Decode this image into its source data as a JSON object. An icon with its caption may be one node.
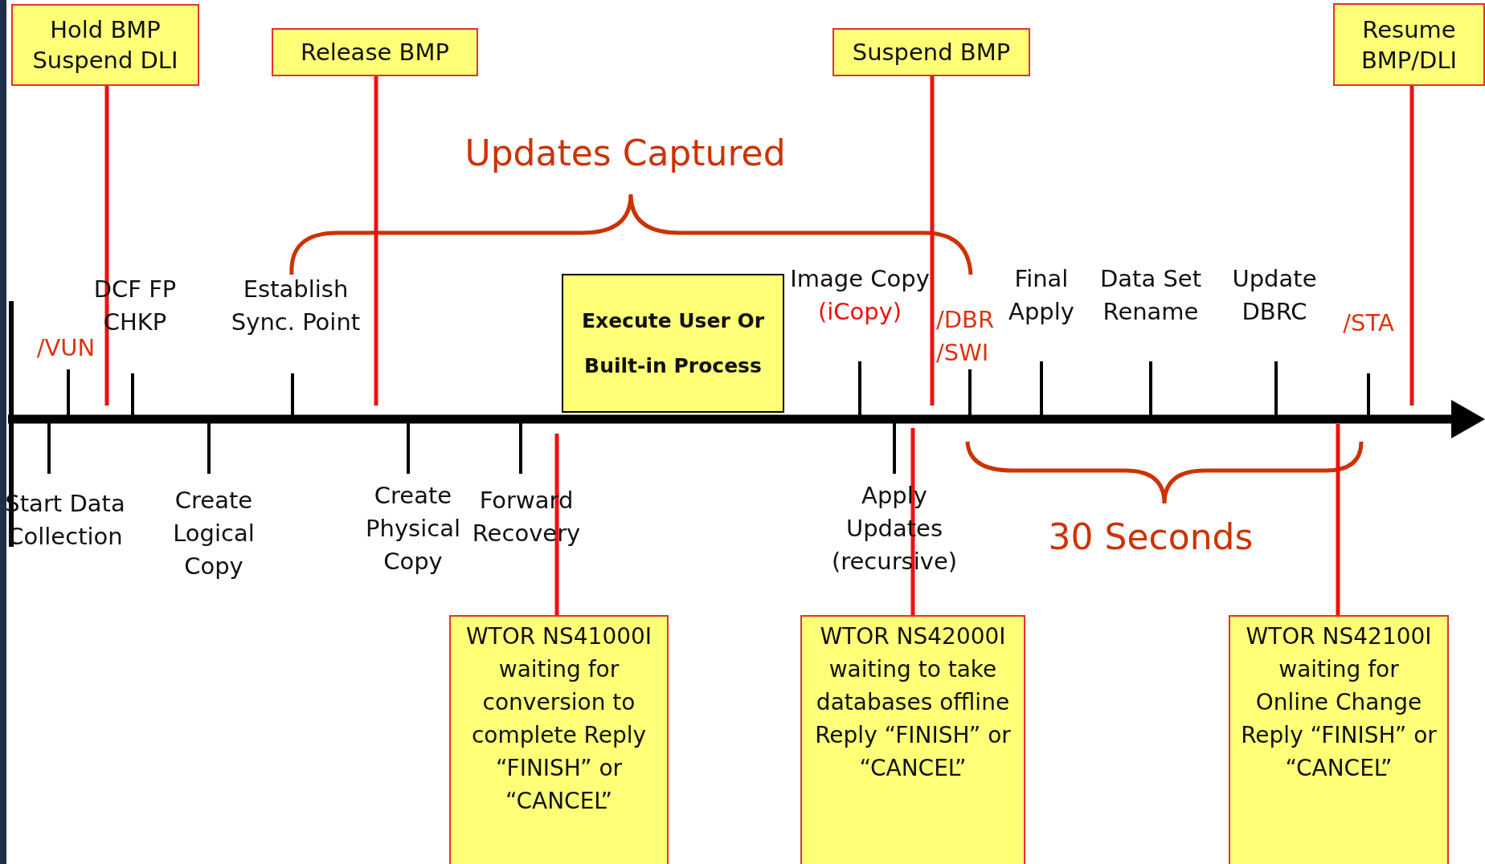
{
  "diagram": {
    "nodes": [
      {
        "text": [
          "Hold BMP Suspend DLI"
        ]
      },
      {
        "text": [
          "Release BMP"
        ]
      },
      {
        "text": [
          "Suspend BMP"
        ]
      },
      {
        "text": [
          "Resume BMP/DLI"
        ]
      },
      {
        "text": [
          "Execute User Or Built-in Process"
        ]
      },
      {
        "text": [
          "WTOR NS41000I waiting for conversion to complete Reply “FINISH” or “CANCEL”"
        ]
      },
      {
        "text": [
          "WTOR NS42000I waiting to take databases offline Reply “FINISH” or “CANCEL”"
        ]
      },
      {
        "text": [
          "WTOR NS42100I waiting for Online Change Reply “FINISH” or “CANCEL”"
        ]
      }
    ],
    "edges": [
      {
        "from": 0,
        "to": null,
        "arrow": "none"
      },
      {
        "from": 1,
        "to": null,
        "arrow": "none"
      },
      {
        "from": 2,
        "to": null,
        "arrow": "none"
      },
      {
        "from": 3,
        "to": null,
        "arrow": "none"
      },
      {
        "from": 5,
        "to": null,
        "arrow": "none"
      },
      {
        "from": 6,
        "to": null,
        "arrow": "none"
      },
      {
        "from": 7,
        "to": null,
        "arrow": "none"
      }
    ],
    "labels": [
      "Updates Captured",
      "/VUN",
      "DCF FP CHKP",
      "Establish Sync. Point",
      "Image Copy",
      "(iCopy)",
      "/DBR /SWI",
      "Final Apply",
      "Data Set Rename",
      "Update DBRC",
      "/STA",
      "Start Data Collection",
      "Create Logical Copy",
      "Create Physical Copy",
      "Forward Recovery",
      "Apply Updates (recursive)",
      "30 Seconds"
    ]
  }
}
